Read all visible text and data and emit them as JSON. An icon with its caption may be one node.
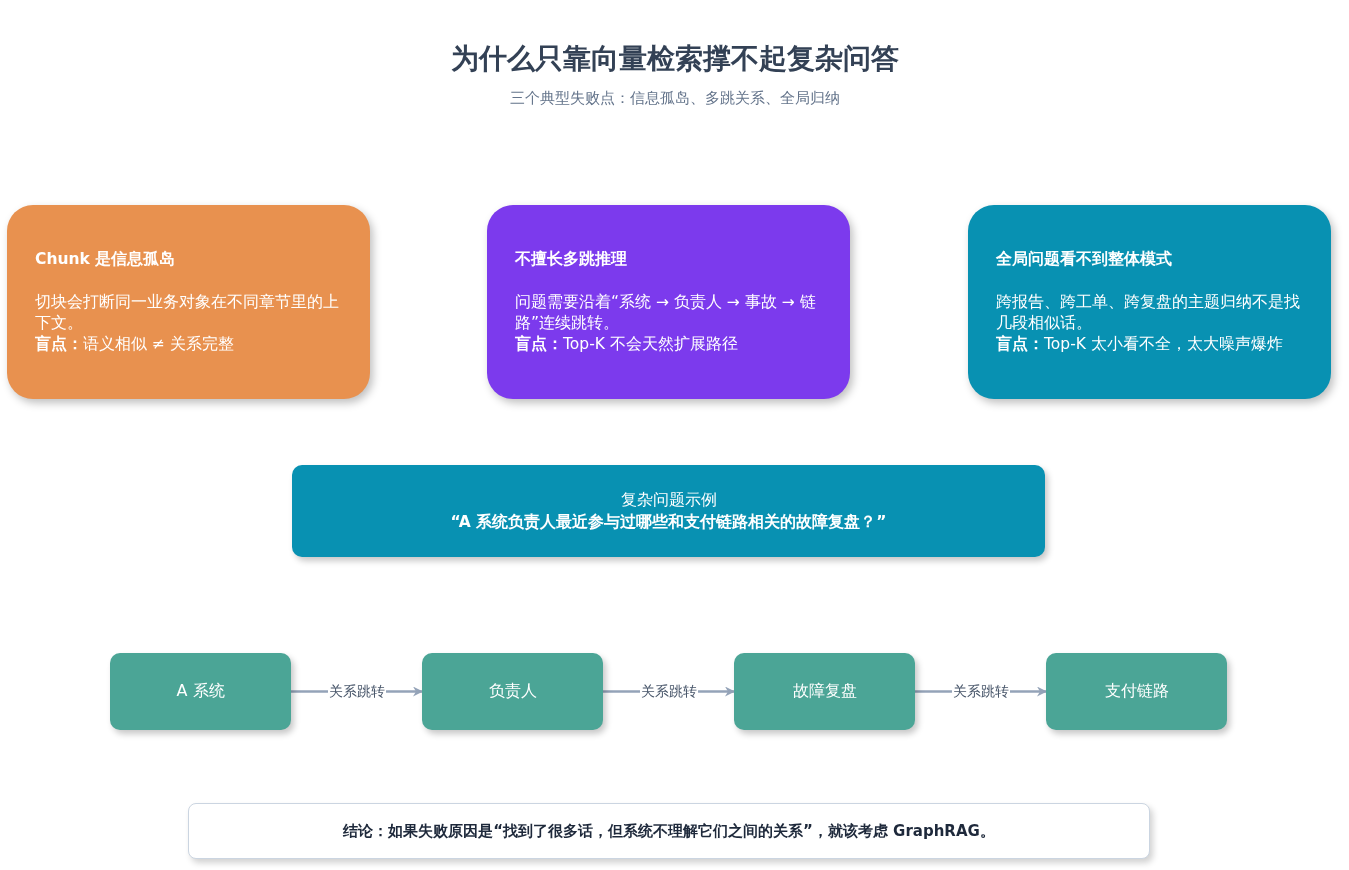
{
  "diagram": {
    "title": "为什么只靠向量检索撑不起复杂问答",
    "caption": "三个典型失败点：信息孤岛、多跳关系、全局归纳",
    "nodes": [
      {
        "text": [
          "Chunk 是信息孤岛",
          "切块会打断同一业务对象在不同章节里的上下文。",
          "**盲点：**语义相似 ≠ 关系完整"
        ]
      },
      {
        "text": [
          "不擅长多跳推理",
          "问题需要沿着“系统 → 负责人 → 事故 → 链路”连续跳转。",
          "**盲点：**Top-K 不会天然扩展路径"
        ]
      },
      {
        "text": [
          "全局问题看不到整体模式",
          "跨报告、跨工单、跨复盘的主题归纳不是找几段相似话。",
          "**盲点：**Top-K 太小看不全，太大噪声爆炸"
        ]
      },
      {
        "text": [
          "复杂问题示例",
          "“A 系统负责人最近参与过哪些和支付链路相关的故障复盘？”"
        ]
      },
      {
        "text": [
          "A 系统"
        ]
      },
      {
        "text": [
          "负责人"
        ]
      },
      {
        "text": [
          "故障复盘"
        ]
      },
      {
        "text": [
          "支付链路"
        ]
      },
      {
        "text": [
          "结论：如果失败原因是“找到了很多话，但系统不理解它们之间的关系”，就该考虑 GraphRAG。"
        ]
      }
    ],
    "edges": [
      {
        "from": 4,
        "to": 5,
        "arrow": "to",
        "label": "关系跳转"
      },
      {
        "from": 5,
        "to": 6,
        "arrow": "to",
        "label": "关系跳转"
      },
      {
        "from": 6,
        "to": 7,
        "arrow": "to",
        "label": "关系跳转"
      }
    ]
  }
}
